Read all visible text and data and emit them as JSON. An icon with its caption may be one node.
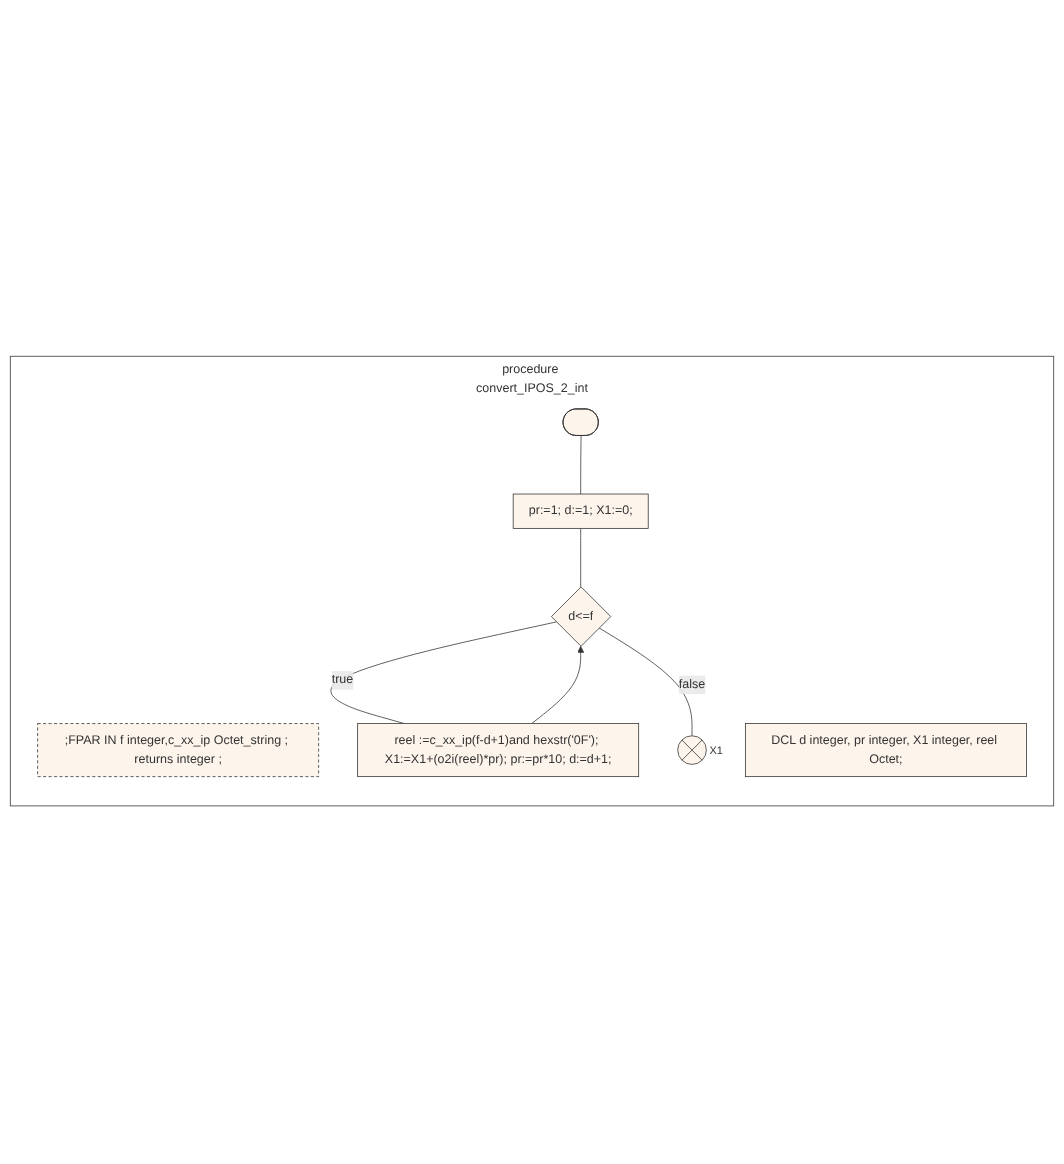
{
  "diagram": {
    "nodes": [
      {
        "text": [
          "procedure convert_IPOS_2_int"
        ]
      },
      {
        "text": [
          ";FPAR IN f integer,c_xx_ip Octet_string ; returns integer ;"
        ],
        "in": 0
      },
      {
        "text": [
          "DCL d integer, pr integer, X1 integer, reel Octet;"
        ],
        "in": 0
      },
      {
        "text": [],
        "shape": "stadium",
        "in": 0
      },
      {
        "text": [
          "pr:=1; d:=1; X1:=0;"
        ],
        "in": 0
      },
      {
        "text": [
          "d<=f"
        ],
        "in": 0
      },
      {
        "text": [
          "reel :=c_xx_ip(f-d+1)and hexstr('0F'); X1:=X1+(o2i(reel)*pr); pr:=pr*10; d:=d+1;"
        ],
        "in": 0
      },
      {
        "text": [],
        "shape": "circle",
        "beside": [
          "X1"
        ],
        "in": 0
      }
    ],
    "edges": [
      {
        "from": 3,
        "to": 4,
        "arrow": "none"
      },
      {
        "from": 4,
        "to": 5,
        "arrow": "none"
      },
      {
        "from": 5,
        "to": 6,
        "label": "true",
        "arrow": "none"
      },
      {
        "from": 6,
        "to": 5,
        "arrow": "to"
      },
      {
        "from": 5,
        "to": 7,
        "label": "false",
        "arrow": "none"
      }
    ]
  }
}
